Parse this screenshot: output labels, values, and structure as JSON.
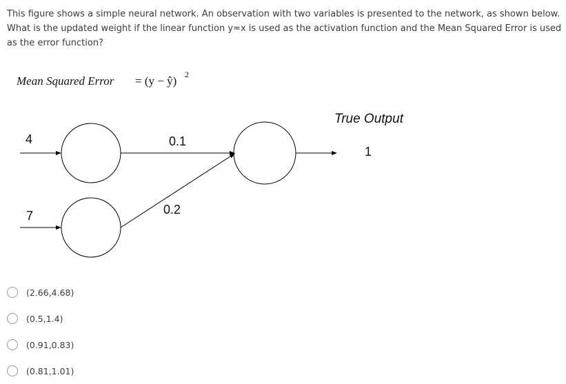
{
  "question": {
    "text": "This figure shows a simple neural network. An observation with two variables is presented to the network, as shown below. What is the updated weight if the linear function y=x is used as the activation function and the Mean Squared Error is used as the error function?"
  },
  "formula": {
    "lhs": "Mean Squared Error",
    "rhs_open": "= (y − ŷ)",
    "exponent": "2"
  },
  "network": {
    "input_1": "4",
    "input_2": "7",
    "weight_1": "0.1",
    "weight_2": "0.2",
    "true_output_label": "True Output",
    "true_output_value": "1"
  },
  "options": [
    {
      "label": "(2.66,4.68)"
    },
    {
      "label": "(0.5,1.4)"
    },
    {
      "label": "(0.91,0.83)"
    },
    {
      "label": "(0.81,1.01)"
    }
  ]
}
